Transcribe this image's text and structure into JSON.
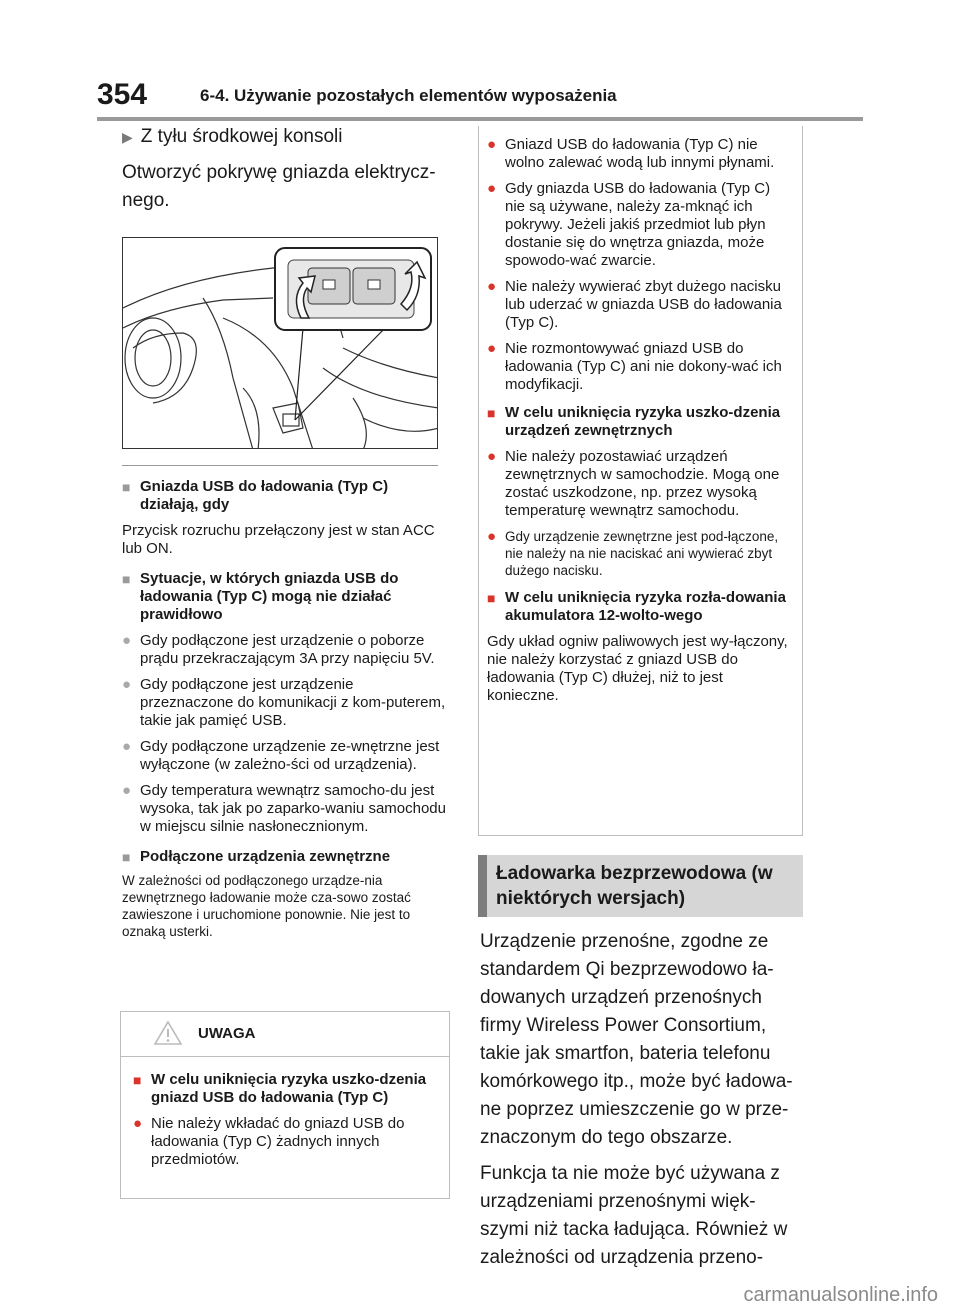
{
  "header": {
    "page_number": "354",
    "title": "6-4. Używanie pozostałych elementów wyposażenia"
  },
  "left": {
    "arrow_item": "Z tyłu środkowej konsoli",
    "intro": "Otworzyć pokrywę gniazda elektrycz-nego.",
    "sec1_head": "Gniazda USB do ładowania (Typ C) działają, gdy",
    "sec1_text": "Przycisk rozruchu przełączony jest w stan ACC lub ON.",
    "sec2_head": "Sytuacje, w których gniazda USB do ładowania (Typ C) mogą nie działać prawidłowo",
    "sec2_bullets": [
      "Gdy podłączone jest urządzenie o poborze prądu przekraczającym 3A przy napięciu 5V.",
      "Gdy podłączone jest urządzenie przeznaczone do komunikacji z kom-puterem, takie jak pamięć USB.",
      "Gdy podłączone urządzenie ze-wnętrzne jest wyłączone (w zależno-ści od urządzenia).",
      "Gdy temperatura wewnątrz samocho-du jest wysoka, tak jak po zaparko-waniu samochodu w miejscu silnie nasłonecznionym."
    ],
    "sec3_head": "Podłączone urządzenia zewnętrzne",
    "sec3_text": "W zależności od podłączonego urządze-nia zewnętrznego ładowanie może cza-sowo zostać zawieszone i uruchomione ponownie. Nie jest to oznaką usterki."
  },
  "caution": {
    "title": "UWAGA",
    "head": "W celu uniknięcia ryzyka uszko-dzenia gniazd USB do ładowania (Typ C)",
    "bullet": "Nie należy wkładać do gniazd USB do ładowania (Typ C) żadnych innych przedmiotów."
  },
  "right_box": {
    "bullets_a": [
      "Gniazd USB do ładowania (Typ C) nie wolno zalewać wodą lub innymi płynami.",
      "Gdy gniazda USB do ładowania (Typ C) nie są używane, należy za-mknąć ich pokrywy. Jeżeli jakiś przedmiot lub płyn dostanie się do wnętrza gniazda, może spowodo-wać zwarcie.",
      "Nie należy wywierać zbyt dużego nacisku lub uderzać w gniazda USB do ładowania (Typ C).",
      "Nie rozmontowywać gniazd USB do ładowania (Typ C) ani nie dokony-wać ich modyfikacji."
    ],
    "head_b": "W celu uniknięcia ryzyka uszko-dzenia urządzeń zewnętrznych",
    "bullet_b1": "Nie należy pozostawiać urządzeń zewnętrznych w samochodzie. Mogą one zostać uszkodzone, np. przez wysoką temperaturę wewnątrz samochodu.",
    "bullet_b2": "Gdy urządzenie zewnętrzne jest pod-łączone, nie należy na nie naciskać ani wywierać zbyt dużego nacisku.",
    "head_c": "W celu uniknięcia ryzyka rozła-dowania akumulatora 12-wolto-wego",
    "text_c": "Gdy układ ogniw paliwowych jest wy-łączony, nie należy korzystać z gniazd USB do ładowania (Typ C) dłużej, niż to jest konieczne."
  },
  "section": {
    "title": "Ładowarka bezprzewodowa (w niektórych wersjach)",
    "para1": "Urządzenie przenośne, zgodne ze standardem Qi bezprzewodowo ła-dowanych urządzeń przenośnych firmy Wireless Power Consortium, takie jak smartfon, bateria telefonu komórkowego itp., może być ładowa-ne poprzez umieszczenie go w prze-znaczonym do tego obszarze.",
    "para2": "Funkcja ta nie może być używana z urządzeniami przenośnymi więk-szymi niż tacka ładująca. Również w zależności od urządzenia przeno-"
  },
  "footer": {
    "watermark": "carmanualsonline.info"
  }
}
